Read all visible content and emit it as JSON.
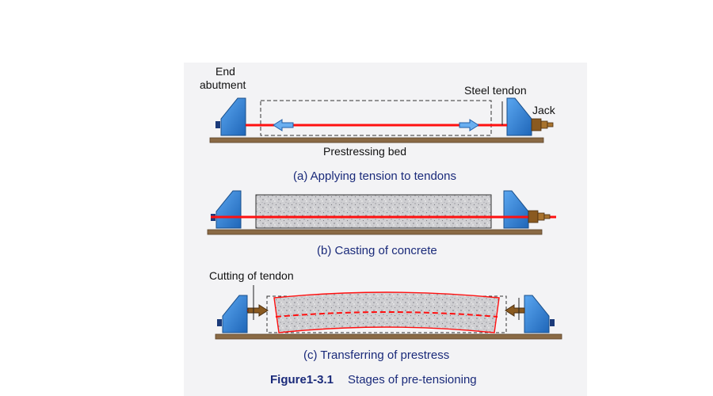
{
  "stage_a": {
    "end_abutment_label_line1": "End",
    "end_abutment_label_line2": "abutment",
    "steel_tendon_label": "Steel tendon",
    "jack_label": "Jack",
    "prestressing_bed_label": "Prestressing bed",
    "caption": "(a) Applying tension to tendons"
  },
  "stage_b": {
    "caption": "(b) Casting of concrete"
  },
  "stage_c": {
    "cutting_label": "Cutting of tendon",
    "caption": "(c) Transferring of prestress"
  },
  "figure": {
    "number": "Figure1-3.1",
    "title": "Stages of pre-tensioning"
  },
  "colors": {
    "panel_background": "#f3f3f5",
    "abutment": "#2e7fd6",
    "tendon": "#ff1010",
    "bed": "#8a6a45",
    "jack": "#8a5a20",
    "concrete": "#cfcfd2",
    "caption_text": "#1a2a7a"
  }
}
